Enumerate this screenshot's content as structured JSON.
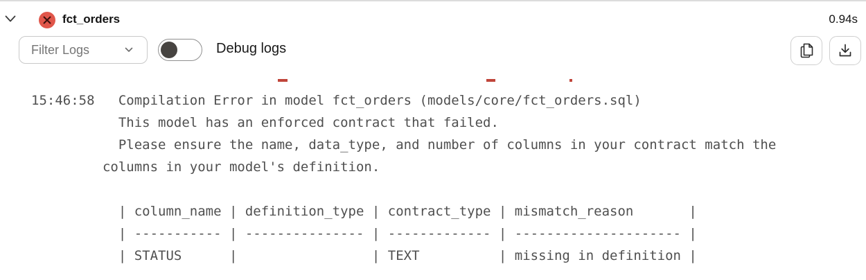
{
  "header": {
    "collapse_icon": "chevron-down-icon",
    "status": "error",
    "title": "fct_orders",
    "duration": "0.94s"
  },
  "toolbar": {
    "filter_dropdown": {
      "label": "Filter Logs",
      "icon": "chevron-down-icon"
    },
    "debug_toggle": {
      "label": "Debug logs",
      "state": "off"
    },
    "copy_button_icon": "copy-icon",
    "download_button_icon": "download-icon"
  },
  "colors": {
    "error_badge": "#e0564a",
    "error_badge_glyph": "#3b100c",
    "error_text_marks": "#c0453a",
    "toggle_knob": "#474441",
    "log_text": "#4f4f4f"
  },
  "log": {
    "timestamp": "15:46:58",
    "clipped_previous_line_visible": true,
    "lines": [
      "15:46:58   Compilation Error in model fct_orders (models/core/fct_orders.sql)",
      "           This model has an enforced contract that failed.",
      "           Please ensure the name, data_type, and number of columns in your contract match the",
      "         columns in your model's definition.",
      "",
      "           | column_name | definition_type | contract_type | mismatch_reason       |",
      "           | ----------- | --------------- | ------------- | --------------------- |",
      "           | STATUS      |                 | TEXT          | missing in definition |"
    ],
    "contract_table": {
      "headers": [
        "column_name",
        "definition_type",
        "contract_type",
        "mismatch_reason"
      ],
      "rows": [
        [
          "STATUS",
          "",
          "TEXT",
          "missing in definition"
        ]
      ]
    }
  }
}
